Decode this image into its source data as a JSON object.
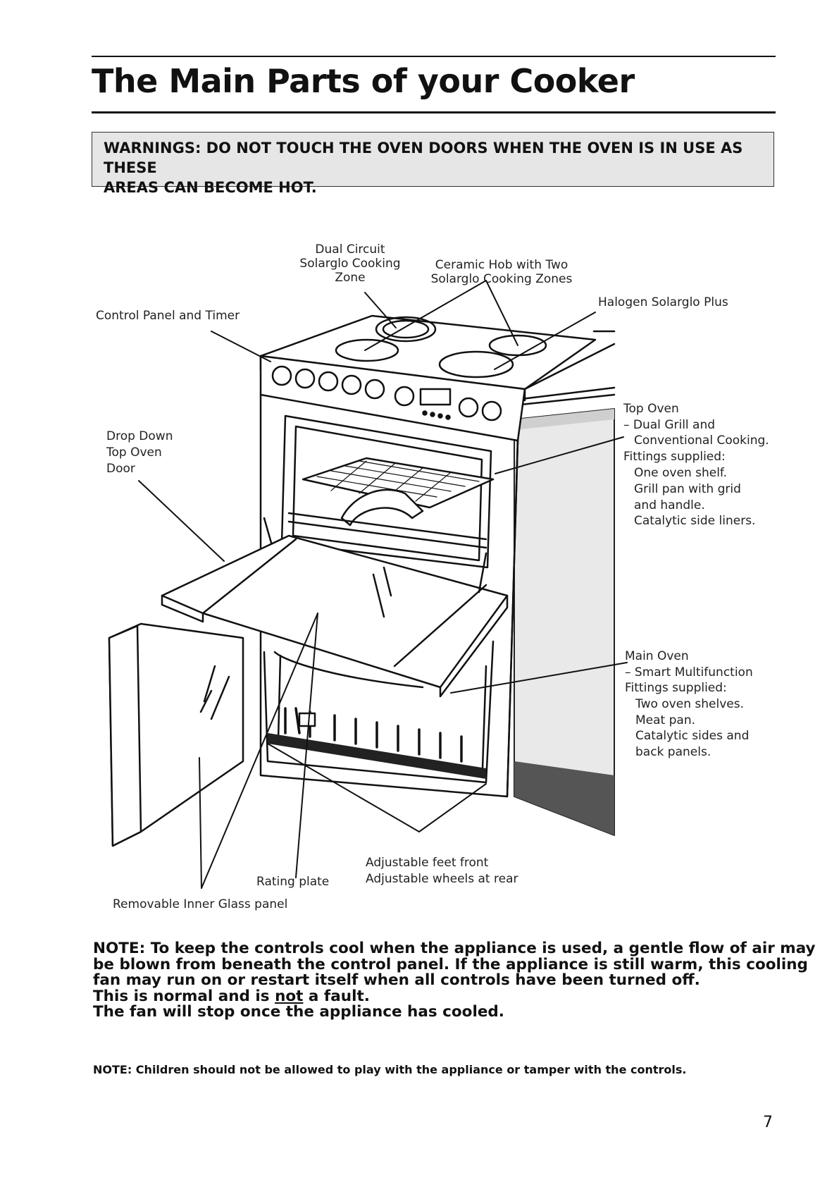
{
  "page": {
    "title": "The Main Parts of your Cooker",
    "warning_line1": "WARNINGS: DO NOT TOUCH THE OVEN DOORS WHEN THE OVEN IS IN USE AS THESE",
    "warning_line2": "AREAS CAN BECOME HOT.",
    "page_number": "7"
  },
  "labels": {
    "dual_circuit": [
      "Dual Circuit",
      "Solarglo Cooking",
      "Zone"
    ],
    "ceramic_hob": [
      "Ceramic Hob with Two",
      "Solarglo Cooking Zones"
    ],
    "halogen": "Halogen Solarglo Plus",
    "control_panel": "Control Panel and Timer",
    "drop_down": [
      "Drop Down",
      "Top Oven",
      "Door"
    ],
    "top_oven": [
      "Top Oven",
      "– Dual Grill and",
      "Conventional Cooking.",
      "Fittings supplied:",
      "One oven shelf.",
      "Grill pan with grid",
      "and handle.",
      "Catalytic side liners."
    ],
    "main_oven": [
      "Main Oven",
      "– Smart Multifunction",
      "Fittings supplied:",
      "Two oven shelves.",
      "Meat pan.",
      "Catalytic sides and",
      "back panels."
    ],
    "adjustable": [
      "Adjustable feet front",
      "Adjustable wheels at rear"
    ],
    "rating_plate": "Rating plate",
    "removable_glass": "Removable Inner Glass panel"
  },
  "notes": {
    "note1_line1": "NOTE: To keep the controls cool when the appliance is used, a gentle flow of air may",
    "note1_line2": "be blown from beneath the control panel.  If the appliance is still warm, this cooling",
    "note1_line3": "fan may run on or restart itself when all controls have been turned off.",
    "note1_line4_a": "This is normal and is ",
    "note1_line4_b": "not",
    "note1_line4_c": " a fault.",
    "note1_line5": "The fan will stop once the appliance has cooled.",
    "note2": "NOTE: Children should not be allowed to play with the appliance or tamper with the controls."
  }
}
